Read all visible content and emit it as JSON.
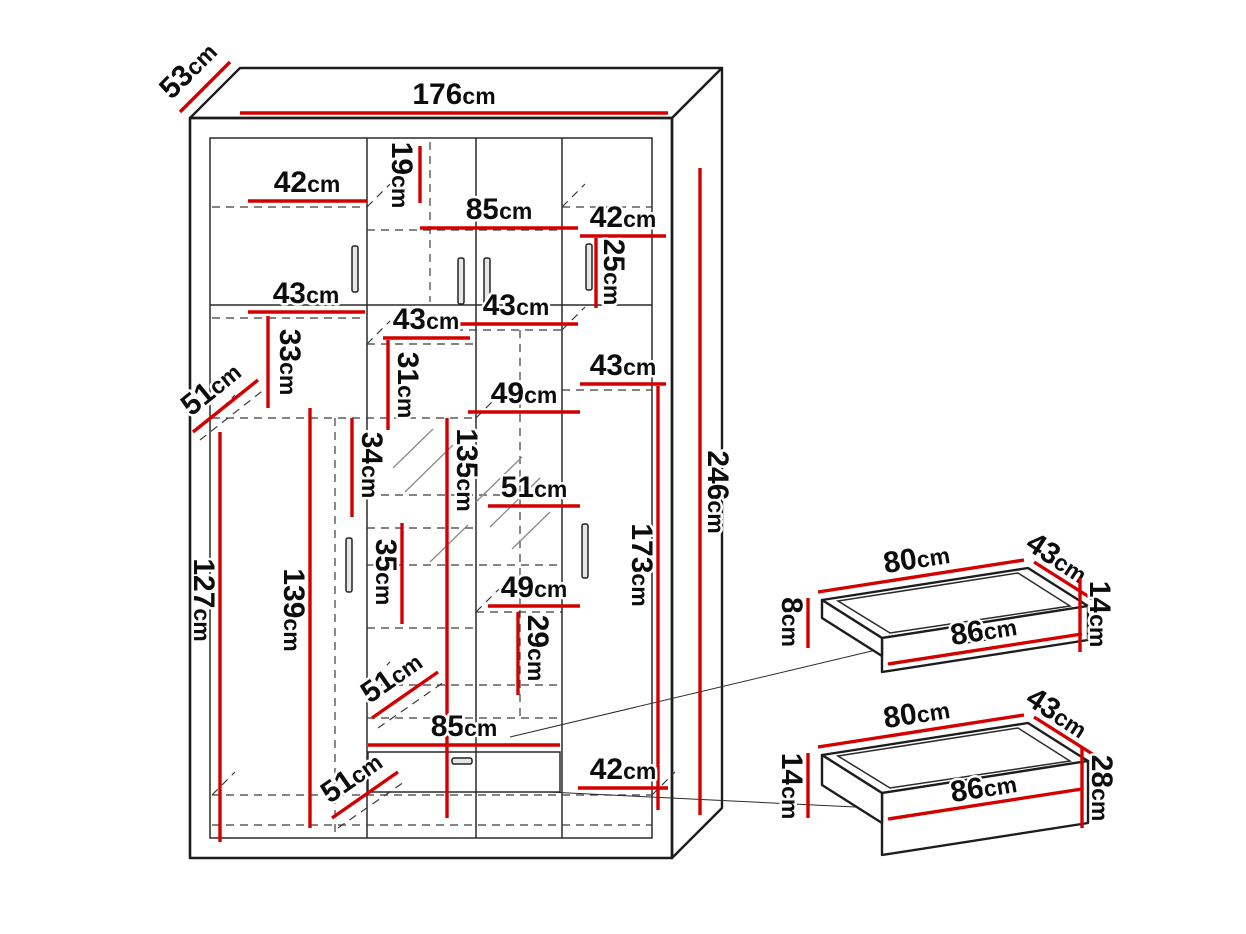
{
  "diagram": {
    "type": "wardrobe-dimension-drawing",
    "unit": "cm"
  },
  "wardrobe": {
    "depth": {
      "value": "53",
      "unit": "cm"
    },
    "total_width": {
      "value": "176",
      "unit": "cm"
    },
    "total_height": {
      "value": "246",
      "unit": "cm"
    },
    "top_left_shelf_width": {
      "value": "42",
      "unit": "cm"
    },
    "top_gap_height": {
      "value": "19",
      "unit": "cm"
    },
    "top_center_width": {
      "value": "85",
      "unit": "cm"
    },
    "top_right_width": {
      "value": "42",
      "unit": "cm"
    },
    "top_right_height": {
      "value": "25",
      "unit": "cm"
    },
    "left_shelf_width": {
      "value": "43",
      "unit": "cm"
    },
    "center_shelf_width_a": {
      "value": "43",
      "unit": "cm"
    },
    "center_shelf_width_b": {
      "value": "43",
      "unit": "cm"
    },
    "left_section_height": {
      "value": "33",
      "unit": "cm"
    },
    "center_section_height_a": {
      "value": "31",
      "unit": "cm"
    },
    "right_shelf_width": {
      "value": "43",
      "unit": "cm"
    },
    "center_shelf_width_c": {
      "value": "49",
      "unit": "cm"
    },
    "left_shelf_depth": {
      "value": "51",
      "unit": "cm"
    },
    "center_section_height_b": {
      "value": "34",
      "unit": "cm"
    },
    "mirror_height": {
      "value": "135",
      "unit": "cm"
    },
    "center_shelf_width_d": {
      "value": "51",
      "unit": "cm"
    },
    "right_section_height": {
      "value": "173",
      "unit": "cm"
    },
    "left_hanging_height": {
      "value": "127",
      "unit": "cm"
    },
    "center_hanging_height": {
      "value": "139",
      "unit": "cm"
    },
    "center_section_height_c": {
      "value": "35",
      "unit": "cm"
    },
    "center_shelf_width_e": {
      "value": "49",
      "unit": "cm"
    },
    "center_section_height_d": {
      "value": "29",
      "unit": "cm"
    },
    "shelf_depth_a": {
      "value": "51",
      "unit": "cm"
    },
    "drawer_opening_width": {
      "value": "85",
      "unit": "cm"
    },
    "shelf_depth_b": {
      "value": "51",
      "unit": "cm"
    },
    "bottom_right_width": {
      "value": "42",
      "unit": "cm"
    }
  },
  "drawer_small": {
    "inner_width": {
      "value": "80",
      "unit": "cm"
    },
    "depth": {
      "value": "43",
      "unit": "cm"
    },
    "side_height": {
      "value": "8",
      "unit": "cm"
    },
    "front_width": {
      "value": "86",
      "unit": "cm"
    },
    "front_height": {
      "value": "14",
      "unit": "cm"
    }
  },
  "drawer_large": {
    "inner_width": {
      "value": "80",
      "unit": "cm"
    },
    "depth": {
      "value": "43",
      "unit": "cm"
    },
    "side_height": {
      "value": "14",
      "unit": "cm"
    },
    "front_width": {
      "value": "86",
      "unit": "cm"
    },
    "front_height": {
      "value": "28",
      "unit": "cm"
    }
  }
}
